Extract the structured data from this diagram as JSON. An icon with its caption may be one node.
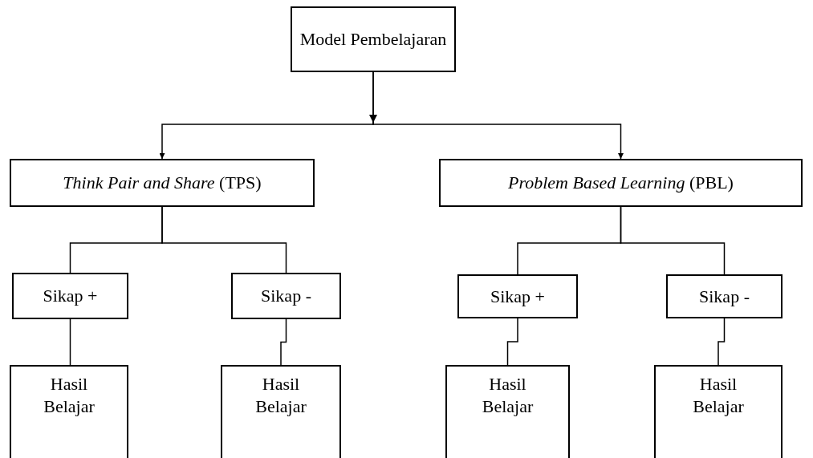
{
  "diagram": {
    "nodes": [
      {
        "text": [
          "Model Pembelajaran"
        ]
      },
      {
        "text": [
          "*Think Pair and Share* (TPS)"
        ]
      },
      {
        "text": [
          "*Problem Based Learning* (PBL)"
        ]
      },
      {
        "text": [
          "Sikap +"
        ]
      },
      {
        "text": [
          "Sikap -"
        ]
      },
      {
        "text": [
          "Sikap +"
        ]
      },
      {
        "text": [
          "Sikap -"
        ]
      },
      {
        "text": [
          "Hasil Belajar"
        ]
      },
      {
        "text": [
          "Hasil Belajar"
        ]
      },
      {
        "text": [
          "Hasil Belajar"
        ]
      },
      {
        "text": [
          "Hasil Belajar"
        ]
      }
    ],
    "edges": [
      {
        "from": 0,
        "to": 1,
        "arrow": "to"
      },
      {
        "from": 0,
        "to": 2,
        "arrow": "to"
      },
      {
        "from": 1,
        "to": 3,
        "arrow": "none"
      },
      {
        "from": 1,
        "to": 4,
        "arrow": "none"
      },
      {
        "from": 2,
        "to": 5,
        "arrow": "none"
      },
      {
        "from": 2,
        "to": 6,
        "arrow": "none"
      },
      {
        "from": 3,
        "to": 7,
        "arrow": "none"
      },
      {
        "from": 4,
        "to": 8,
        "arrow": "none"
      },
      {
        "from": 5,
        "to": 9,
        "arrow": "none"
      },
      {
        "from": 6,
        "to": 10,
        "arrow": "none"
      }
    ]
  }
}
